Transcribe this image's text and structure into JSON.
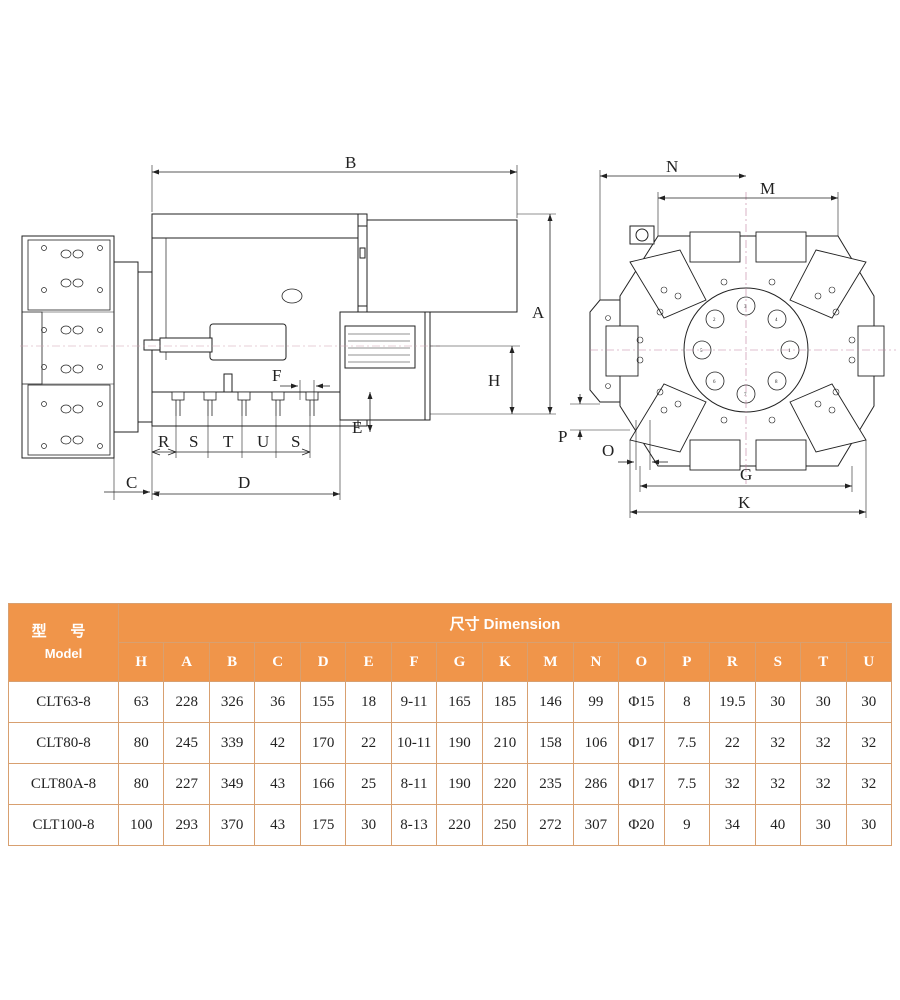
{
  "drawing": {
    "side_view_dims": {
      "B": "B",
      "A": "A",
      "H": "H",
      "F": "F",
      "E": "E",
      "R": "R",
      "S1": "S",
      "T": "T",
      "U": "U",
      "S2": "S",
      "C": "C",
      "D": "D"
    },
    "front_view_dims": {
      "N": "N",
      "M": "M",
      "P": "P",
      "O": "O",
      "G": "G",
      "K": "K"
    },
    "station_numbers": [
      "1",
      "2",
      "3",
      "4",
      "5",
      "6",
      "7",
      "8"
    ]
  },
  "table": {
    "model_header_zh": "型 号",
    "model_header_en": "Model",
    "dimension_header_zh": "尺寸",
    "dimension_header_en": "Dimension",
    "columns": [
      "H",
      "A",
      "B",
      "C",
      "D",
      "E",
      "F",
      "G",
      "K",
      "M",
      "N",
      "O",
      "P",
      "R",
      "S",
      "T",
      "U"
    ],
    "rows": [
      {
        "model": "CLT63-8",
        "values": [
          "63",
          "228",
          "326",
          "36",
          "155",
          "18",
          "9-11",
          "165",
          "185",
          "146",
          "99",
          "Φ15",
          "8",
          "19.5",
          "30",
          "30",
          "30"
        ]
      },
      {
        "model": "CLT80-8",
        "values": [
          "80",
          "245",
          "339",
          "42",
          "170",
          "22",
          "10-11",
          "190",
          "210",
          "158",
          "106",
          "Φ17",
          "7.5",
          "22",
          "32",
          "32",
          "32"
        ]
      },
      {
        "model": "CLT80A-8",
        "values": [
          "80",
          "227",
          "349",
          "43",
          "166",
          "25",
          "8-11",
          "190",
          "220",
          "235",
          "286",
          "Φ17",
          "7.5",
          "32",
          "32",
          "32",
          "32"
        ]
      },
      {
        "model": "CLT100-8",
        "values": [
          "100",
          "293",
          "370",
          "43",
          "175",
          "30",
          "8-13",
          "220",
          "250",
          "272",
          "307",
          "Φ20",
          "9",
          "34",
          "40",
          "30",
          "30"
        ]
      }
    ]
  }
}
